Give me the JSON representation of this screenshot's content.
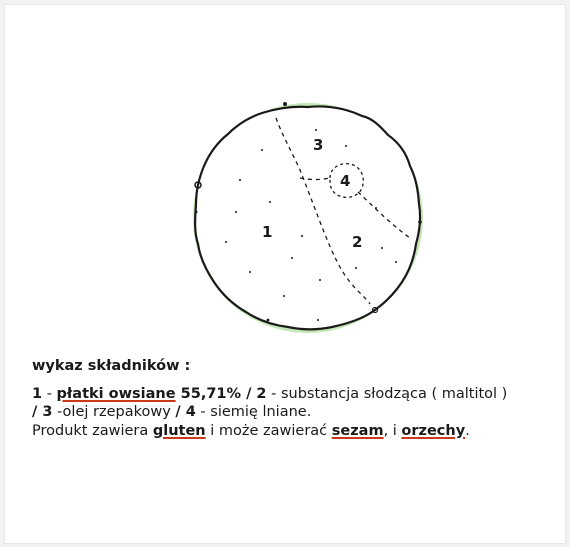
{
  "diagram": {
    "regions": [
      {
        "number": "1",
        "ingredient": "płatki owsiane"
      },
      {
        "number": "2",
        "ingredient": "substancja słodząca ( maltitol )"
      },
      {
        "number": "3",
        "ingredient": "olej rzepakowy"
      },
      {
        "number": "4",
        "ingredient": "siemię lniane"
      }
    ]
  },
  "ingredients": {
    "heading": "wykaz składników :",
    "line1": {
      "n1": "1",
      "sep1": " - ",
      "i1": "płatki owsiane",
      "pct": " 55,71% / 2",
      "i2": " - substancja słodząca ( maltitol )"
    },
    "line2": {
      "slash3": "/ 3",
      "i3": " -olej rzepakowy ",
      "slash4": "/ 4",
      "i4": " - siemię lniane."
    },
    "line3": {
      "pre": "Produkt zawiera ",
      "gluten": "gluten",
      "mid": " i może zawierać ",
      "sezam": "sezam",
      "comma": ", i ",
      "orzechy": "orzechy",
      "end": "."
    }
  },
  "colors": {
    "outline": "#1a1a1a",
    "edge_green": "#9fd38a",
    "underline": "#c83a1a"
  }
}
